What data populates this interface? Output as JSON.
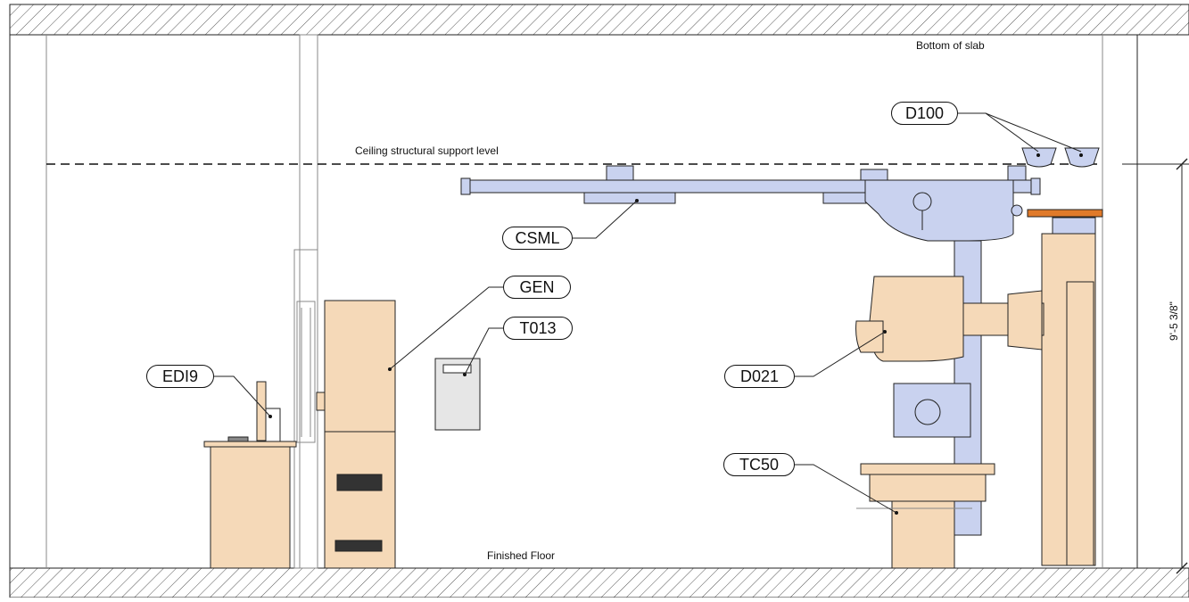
{
  "notes": {
    "slab": "Bottom of slab",
    "ceiling": "Ceiling structural support level",
    "floor": "Finished Floor"
  },
  "tags": {
    "d100": "D100",
    "csml": "CSML",
    "gen": "GEN",
    "t013": "T013",
    "edi9": "EDI9",
    "d021": "D021",
    "tc50": "TC50"
  },
  "dimension": {
    "height": "9'-5 3/8\""
  },
  "colors": {
    "ceiling_mount_blue": "#c9d2ef",
    "equipment_tan": "#f5d9b8",
    "cabinet_gray": "#e6e6e6",
    "accent_orange": "#e07a2a",
    "line": "#222222"
  }
}
